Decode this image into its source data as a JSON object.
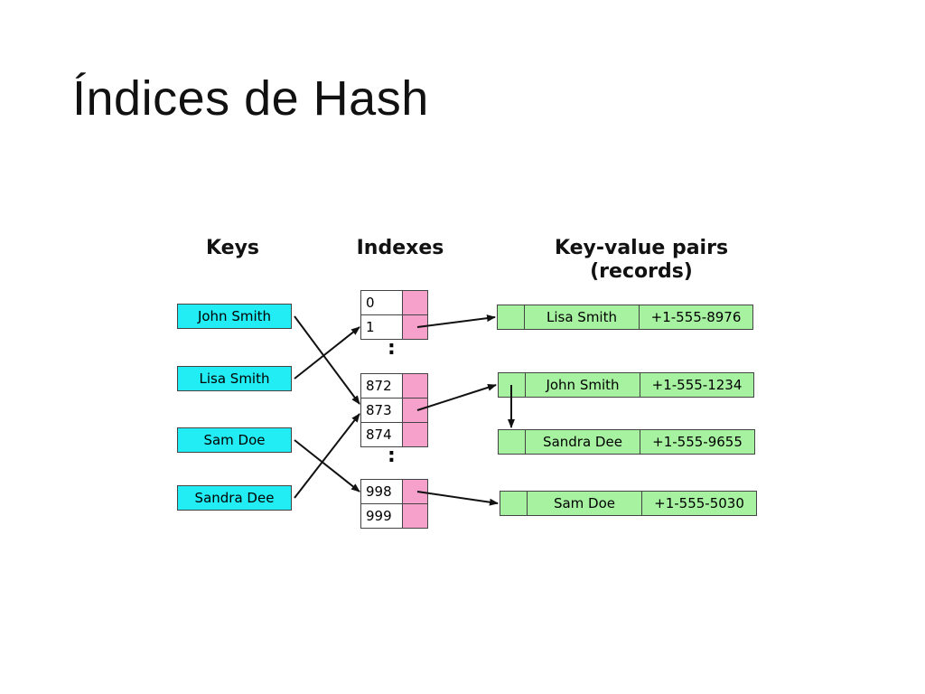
{
  "slide": {
    "title": "Índices de Hash"
  },
  "headers": {
    "keys": "Keys",
    "indexes": "Indexes",
    "pairs_line1": "Key-value pairs",
    "pairs_line2": "(records)"
  },
  "keys": [
    "John Smith",
    "Lisa Smith",
    "Sam Doe",
    "Sandra Dee"
  ],
  "indexes": [
    "0",
    "1",
    "872",
    "873",
    "874",
    "998",
    "999"
  ],
  "records": [
    {
      "name": "Lisa Smith",
      "phone": "+1-555-8976"
    },
    {
      "name": "John Smith",
      "phone": "+1-555-1234"
    },
    {
      "name": "Sandra Dee",
      "phone": "+1-555-9655"
    },
    {
      "name": "Sam Doe",
      "phone": "+1-555-5030"
    }
  ],
  "ellipsis": ":"
}
